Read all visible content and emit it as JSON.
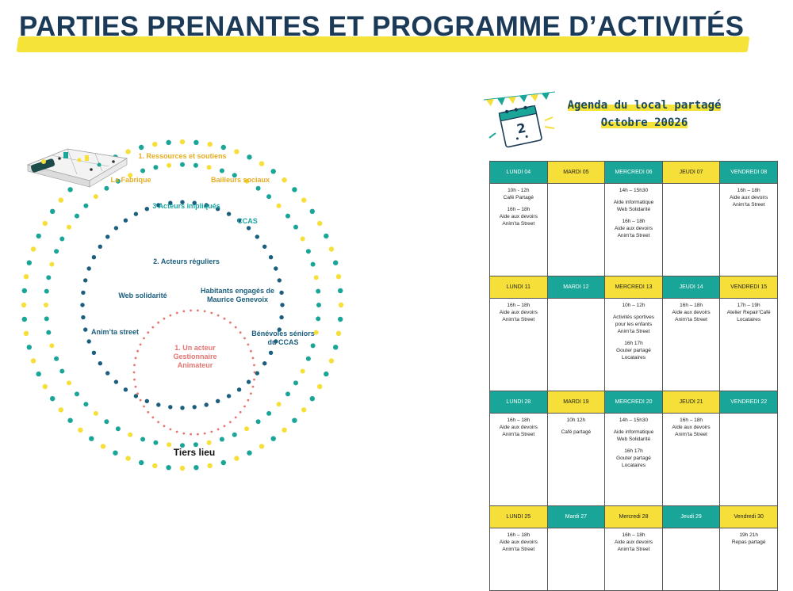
{
  "page": {
    "title": "PARTIES PRENANTES ET PROGRAMME D’ACTIVITÉS"
  },
  "colors": {
    "yellow": "#f5df38",
    "teal": "#19a598",
    "navy": "#1b5e7e",
    "red": "#e57570",
    "title": "#1b3a57"
  },
  "diagram": {
    "ring1": {
      "title": "1. Ressources et soutiens",
      "left": "La Fabrique",
      "right": "Bailleurs sociaux"
    },
    "ring2": {
      "title": "3 Acteurs impliqués",
      "right": "CCAS"
    },
    "ring3": {
      "title": "2. Acteurs réguliers",
      "left": "Web solidarité",
      "right": "Habitants engagés de Maurice Genevoix",
      "lower_left": "Anim’ta street",
      "lower_right": "Bénévoles séniors du CCAS"
    },
    "core": {
      "title": "1. Un acteur Gestionnaire Animateur",
      "caption": "Tiers lieu"
    }
  },
  "agenda": {
    "title_line1": "Agenda du local partagé",
    "title_line2": "Octobre 20026",
    "weeks": [
      {
        "days": [
          {
            "label": "LUNDI 04",
            "color": "teal",
            "events": [
              "10h   -  12h\nCafé Partagé",
              "16h – 18h\nAide aux devoirs\nAnim’ta Street"
            ]
          },
          {
            "label": "MARDI 05",
            "color": "yellow",
            "events": []
          },
          {
            "label": "MERCREDI 06",
            "color": "teal",
            "events": [
              "14h – 15h30",
              "Aide informatique\nWeb Solidarité",
              "16h – 18h\nAide aux devoirs\nAnim’ta Street"
            ]
          },
          {
            "label": "JEUDI 07",
            "color": "yellow",
            "events": []
          },
          {
            "label": "VENDREDI 08",
            "color": "teal",
            "events": [
              "16h – 18h\nAide aux devoirs\nAnim’ta Street"
            ]
          }
        ]
      },
      {
        "days": [
          {
            "label": "LUNDI 11",
            "color": "yellow",
            "events": [
              "16h – 18h\nAide aux devoirs\nAnim’ta Street"
            ]
          },
          {
            "label": "MARDI 12",
            "color": "teal",
            "events": []
          },
          {
            "label": "MERCREDI 13",
            "color": "yellow",
            "events": [
              "10h – 12h",
              "Activités sportives\npour les enfants\nAnim’ta Street",
              "16h 17h\nGouter partagé\nLocataires"
            ]
          },
          {
            "label": "JEUDI 14",
            "color": "teal",
            "events": [
              "16h – 18h\nAide aux devoirs\nAnim’ta Street"
            ]
          },
          {
            "label": "VENDREDI 15",
            "color": "yellow",
            "events": [
              "17h – 19h\nAtelier Repair’Café\nLocataires"
            ]
          }
        ]
      },
      {
        "days": [
          {
            "label": "LUNDI 28",
            "color": "teal",
            "events": [
              "16h – 18h\nAide aux devoirs\nAnim’ta Street"
            ]
          },
          {
            "label": "MARDI 19",
            "color": "yellow",
            "events": [
              "10h 12h",
              "Café partagé"
            ]
          },
          {
            "label": "MERCREDI 20",
            "color": "teal",
            "events": [
              "14h – 15h30",
              "Aide informatique\nWeb Solidarité",
              "16h 17h\nGouter partagé\nLocataires"
            ]
          },
          {
            "label": "JEUDI 21",
            "color": "yellow",
            "events": [
              "16h – 18h\nAide aux devoirs\nAnim’ta Street"
            ]
          },
          {
            "label": "VENDREDI 22",
            "color": "teal",
            "events": []
          }
        ]
      },
      {
        "days": [
          {
            "label": "LUNDI 25",
            "color": "yellow",
            "events": [
              "16h – 18h\nAide aux devoirs\nAnim’ta Street"
            ]
          },
          {
            "label": "Mardi 27",
            "color": "teal",
            "events": []
          },
          {
            "label": "Mercredi 28",
            "color": "yellow",
            "events": [
              "16h – 18h\nAide aux devoirs\nAnim’ta Street"
            ]
          },
          {
            "label": "Jeudi 29",
            "color": "teal",
            "events": []
          },
          {
            "label": "Vendredi 30",
            "color": "yellow",
            "events": [
              "19h 21h\nRepas partagé"
            ]
          }
        ]
      }
    ]
  }
}
